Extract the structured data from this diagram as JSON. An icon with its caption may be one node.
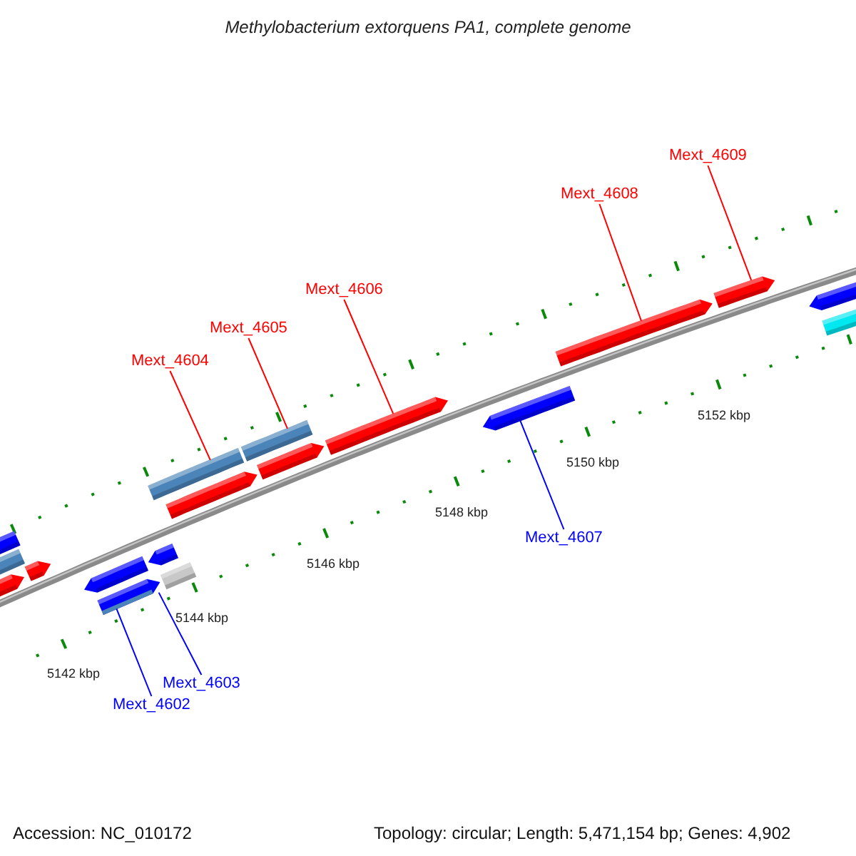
{
  "diagram": {
    "title": "Methylobacterium extorquens PA1, complete genome",
    "nodes": [
      {
        "text": [
          "Mext_4609"
        ]
      },
      {
        "text": [
          "Mext_4608"
        ]
      },
      {
        "text": [
          "Mext_4606"
        ]
      },
      {
        "text": [
          "Mext_4605"
        ]
      },
      {
        "text": [
          "Mext_4604"
        ]
      },
      {
        "text": [
          "Mext_4607"
        ]
      },
      {
        "text": [
          "Mext_4603"
        ]
      },
      {
        "text": [
          "Mext_4602"
        ]
      },
      {
        "text": [],
        "shape": "arrow"
      },
      {
        "text": [],
        "shape": "box"
      },
      {
        "text": [],
        "shape": "arrow"
      },
      {
        "text": [],
        "shape": "arrow"
      },
      {
        "text": [],
        "shape": "arrow"
      },
      {
        "text": [],
        "shape": "arrow"
      },
      {
        "text": [],
        "shape": "arrow"
      },
      {
        "text": [],
        "shape": "box"
      },
      {
        "text": [],
        "shape": "box"
      },
      {
        "text": [],
        "shape": "arrow"
      },
      {
        "text": [],
        "shape": "box"
      },
      {
        "text": [],
        "shape": "arrow"
      },
      {
        "text": [],
        "shape": "arrow"
      },
      {
        "text": [],
        "shape": "arrow"
      },
      {
        "text": [],
        "shape": "arrow"
      },
      {
        "text": [],
        "shape": "arrow"
      },
      {
        "text": [],
        "shape": "arrow"
      },
      {
        "text": [],
        "shape": "box"
      }
    ],
    "edges": [
      {
        "from": 7,
        "to": 13,
        "arrow": "none",
        "color": "#0000ff"
      },
      {
        "from": 6,
        "to": 15,
        "arrow": "none",
        "color": "#0000ff"
      },
      {
        "from": 4,
        "to": 16,
        "arrow": "none"
      },
      {
        "from": 3,
        "to": 18,
        "arrow": "none"
      },
      {
        "from": 2,
        "to": 20,
        "arrow": "none"
      },
      {
        "from": 5,
        "to": 21,
        "arrow": "none",
        "color": "#0000ff"
      },
      {
        "from": 1,
        "to": 22,
        "arrow": "none"
      },
      {
        "from": 0,
        "to": 23,
        "arrow": "none"
      }
    ],
    "labels": [
      "5152 kbp",
      "5150 kbp",
      "5148 kbp",
      "5146 kbp",
      "5144 kbp",
      "5142 kbp",
      "Accession: NC_010172",
      "Topology: circular; Length: 5,471,154 bp; Genes: 4,902"
    ]
  }
}
